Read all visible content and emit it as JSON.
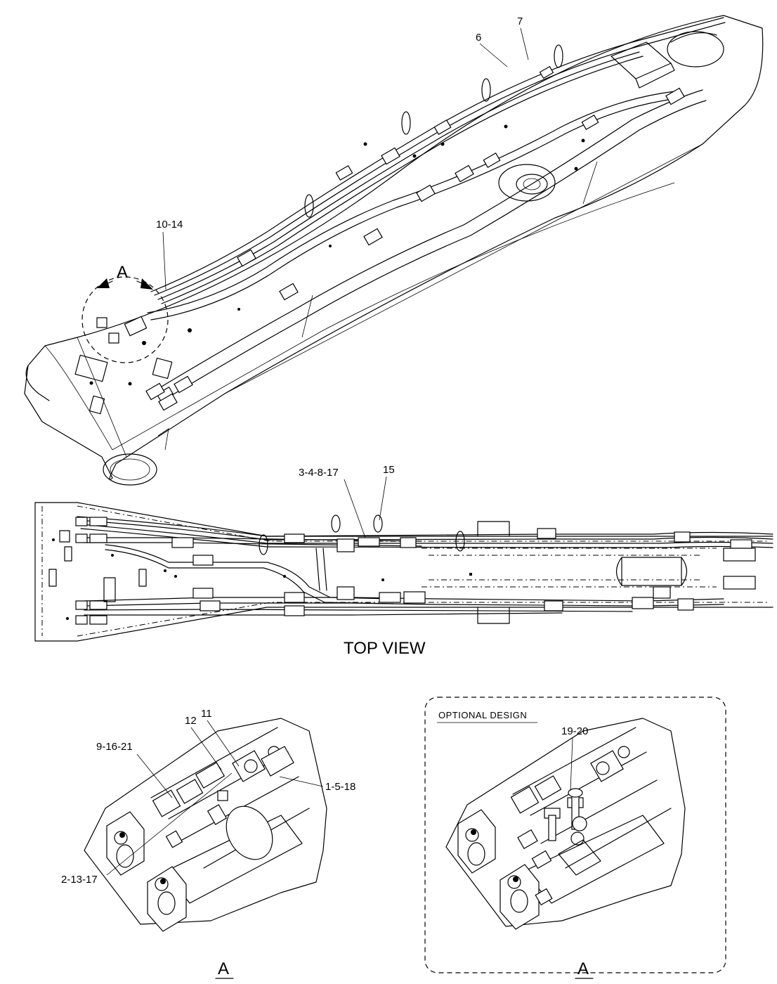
{
  "callouts": {
    "c6": "6",
    "c7": "7",
    "c10_14": "10-14",
    "cA_top": "A",
    "c3_4_8_17": "3-4-8-17",
    "c15": "15",
    "c9_16_21": "9-16-21",
    "c12": "12",
    "c11": "11",
    "c1_5_18": "1-5-18",
    "c2_13_17": "2-13-17",
    "c19_20": "19-20"
  },
  "labels": {
    "top_view": "TOP  VIEW",
    "optional_design": "OPTIONAL  DESIGN",
    "detail_a_left": "A",
    "detail_a_right": "A"
  }
}
